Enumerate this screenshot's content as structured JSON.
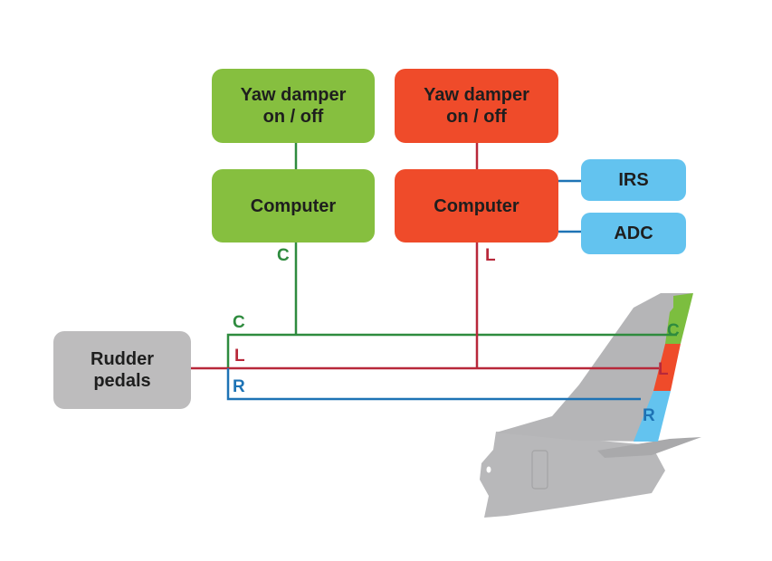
{
  "diagram": {
    "colors": {
      "green_box": "#86bf3f",
      "red_box": "#ef4b2a",
      "blue_box": "#63c3ef",
      "grey_box": "#bdbcbd",
      "green_line": "#2e8b3e",
      "red_line": "#b8283a",
      "blue_line": "#1e73b5",
      "tail": "#b5b5b7"
    },
    "green_channel": {
      "switch_label": "Yaw damper\non / off",
      "switch_line1": "Yaw damper",
      "switch_line2": "on / off",
      "computer_label": "Computer",
      "channel_tag": "C"
    },
    "red_channel": {
      "switch_line1": "Yaw damper",
      "switch_line2": "on / off",
      "computer_label": "Computer",
      "channel_tag": "L"
    },
    "sensors": [
      {
        "label": "IRS"
      },
      {
        "label": "ADC"
      }
    ],
    "rudder_pedals": {
      "line1": "Rudder",
      "line2": "pedals"
    },
    "bus_labels": {
      "c": "C",
      "l": "L",
      "r": "R"
    },
    "rudder_segments": {
      "c": "C",
      "l": "L",
      "r": "R"
    }
  }
}
